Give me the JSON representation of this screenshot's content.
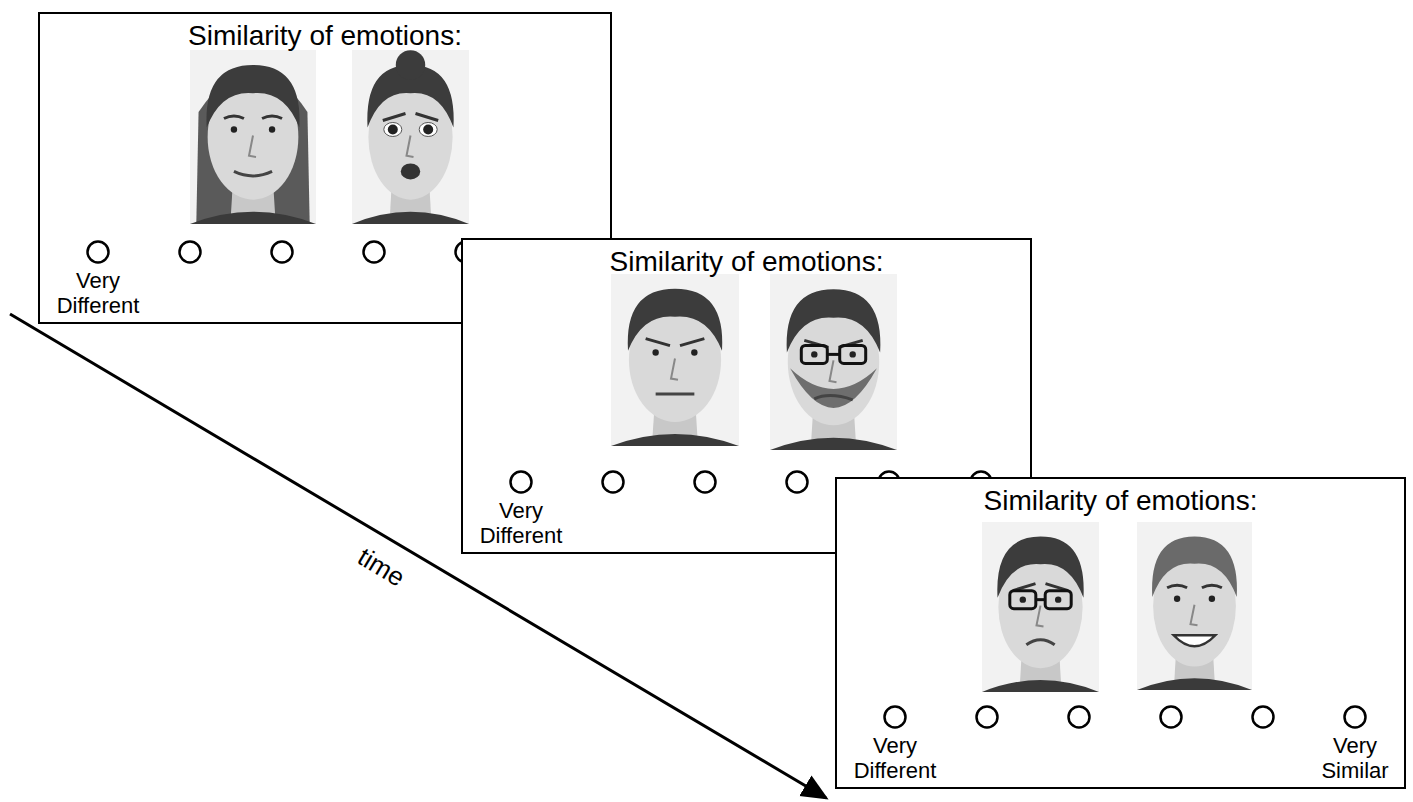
{
  "diagram": {
    "nodes": [
      {
        "text": [
          "Similarity of emotions:",
          "Very Different"
        ]
      },
      {
        "text": [
          "Similarity of emotions:",
          "Very Different"
        ]
      },
      {
        "text": [
          "Similarity of emotions:",
          "Very Different",
          "Very Similar"
        ]
      }
    ],
    "labels": [
      "time"
    ]
  }
}
